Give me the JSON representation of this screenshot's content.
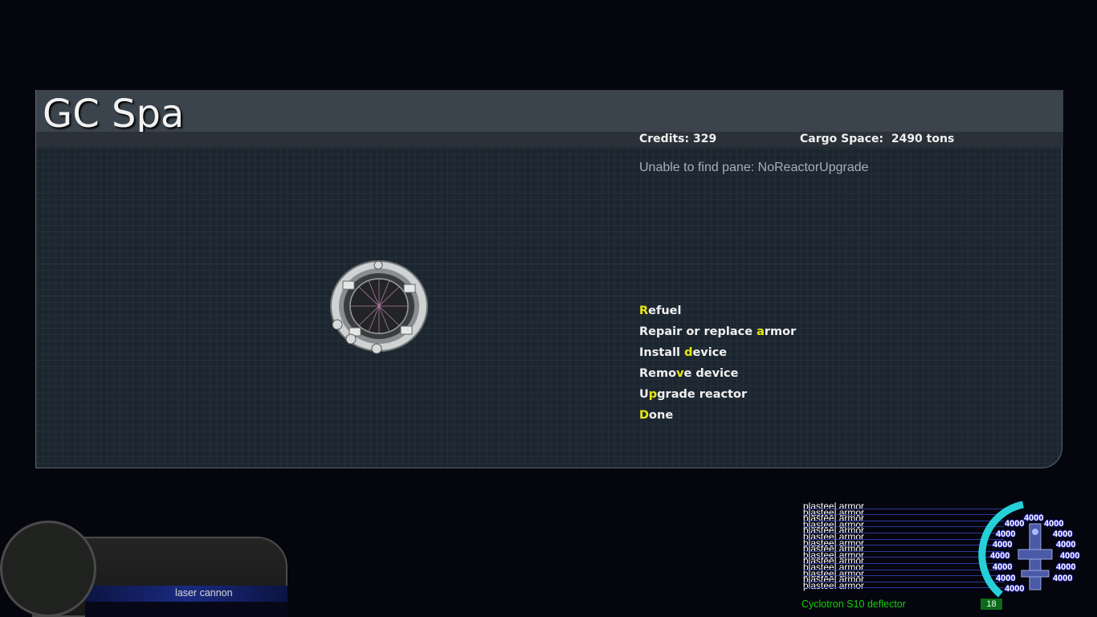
{
  "dock": {
    "title": "GC Spa",
    "credits": "Credits: 329",
    "cargo": "Cargo Space:  2490 tons",
    "pane_message": "Unable to find pane: NoReactorUpgrade",
    "menu": [
      {
        "pre": "",
        "key": "R",
        "post": "efuel"
      },
      {
        "pre": "Repair or replace ",
        "key": "a",
        "post": "rmor"
      },
      {
        "pre": "Install ",
        "key": "d",
        "post": "evice"
      },
      {
        "pre": "Remo",
        "key": "v",
        "post": "e device"
      },
      {
        "pre": "U",
        "key": "p",
        "post": "grade reactor"
      },
      {
        "pre": "",
        "key": "D",
        "post": "one"
      }
    ]
  },
  "weapon": {
    "name": "laser cannon"
  },
  "armor": {
    "segments": [
      "plasteel armor",
      "plasteel armor",
      "plasteel armor",
      "plasteel armor",
      "plasteel armor",
      "plasteel armor",
      "plasteel armor",
      "plasteel armor",
      "plasteel armor",
      "plasteel armor",
      "plasteel armor",
      "plasteel armor",
      "plasteel armor",
      "plasteel armor"
    ],
    "values": [
      "4000",
      "4000",
      "4000",
      "4000",
      "4000",
      "4000",
      "4000",
      "4000",
      "4000",
      "4000",
      "4000",
      "4000",
      "4000",
      "4000"
    ],
    "shield_name": "Cyclotron S10 deflector",
    "shield_level": "18"
  },
  "colors": {
    "hotkey": "#e8e80c",
    "shield_text": "#14d20a",
    "shield_arc": "#26d0d8"
  }
}
